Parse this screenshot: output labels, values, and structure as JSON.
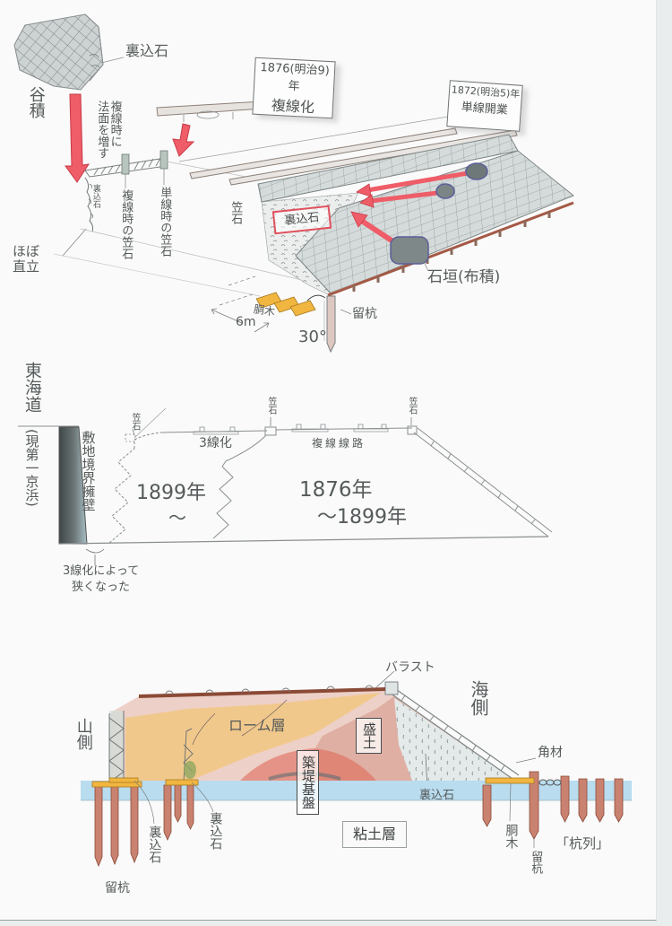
{
  "top_sketch": {
    "tanizumi_label": "谷積",
    "backfill_stone_label": "裏込石",
    "double_track_note": [
      "複線時に",
      "法面を増す"
    ],
    "backfill_stone_small": "裏込石",
    "nearly_vertical": [
      "ほぼ",
      "直立"
    ],
    "double_track_capstone": "複線時の笠石",
    "single_track_capstone": "単線時の笠石",
    "sign_1876": [
      "1876(明治9)年",
      "複線化"
    ],
    "sign_1872": [
      "1872(明治5)年",
      "単線開業"
    ],
    "capstone": "笠石",
    "backfill_stone_boxed": "裏込石",
    "stone_wall": "石垣(布積)",
    "retaining_pile": "留杭",
    "dougi": "胴木",
    "width": "6m",
    "angle": "30°"
  },
  "middle_section": {
    "tokaido": "東海道",
    "tokaido_now": "(現第一京浜)",
    "boundary_wall": "敷地境界擁壁",
    "narrowed_note": [
      "3線化によって",
      "狭くなった"
    ],
    "capstone_labels": [
      "笠石",
      "笠石",
      "笠石"
    ],
    "triple_track": "3線化",
    "double_track_line": "複線線路",
    "period_1899": [
      "1899年",
      "〜"
    ],
    "period_1876": [
      "1876年",
      "〜1899年"
    ]
  },
  "bottom_section": {
    "ballast": "バラスト",
    "sea_side": "海側",
    "mountain_side": "山側",
    "loam_layer": "ローム層",
    "fill": "盛土",
    "embankment_base": "築堤基盤",
    "backfill_stone_right": "裏込石",
    "clay_layer": "粘土層",
    "backfill_stone_left1": "裏込石",
    "backfill_stone_left2": "裏込石",
    "retaining_pile_left": "留杭",
    "square_timber": "角材",
    "dougi": "胴木",
    "retaining_pile_right": "留杭",
    "pile_row": "「杭列」"
  },
  "colors": {
    "paper": "#fafafa",
    "pencil": "#555a5a",
    "red_arrow": "#ee5d68",
    "stone_gray": "#cfd5d5",
    "pile_brown": "#c9826f",
    "timber_yellow": "#f0b640",
    "water_blue": "#b9dcef",
    "loam_orange": "#f2c36b",
    "fill_pink": "#e8c2b5"
  }
}
